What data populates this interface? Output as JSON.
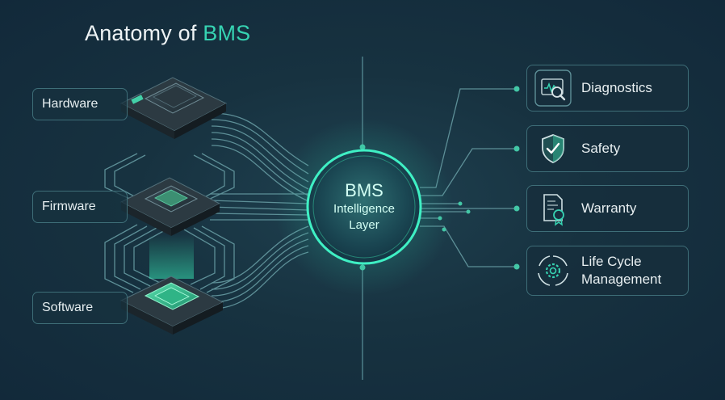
{
  "title": {
    "prefix": "Anatomy of ",
    "accent": "BMS"
  },
  "layers": [
    {
      "label": "Hardware"
    },
    {
      "label": "Firmware"
    },
    {
      "label": "Software"
    }
  ],
  "core": {
    "line1": "BMS",
    "line2": "Intelligence",
    "line3": "Layer"
  },
  "outputs": [
    {
      "label": "Diagnostics",
      "icon": "magnifier-monitor-icon"
    },
    {
      "label": "Safety",
      "icon": "shield-check-icon"
    },
    {
      "label": "Warranty",
      "icon": "certificate-icon"
    },
    {
      "label": "Life Cycle Management",
      "line1": "Life Cycle",
      "line2": "Management",
      "icon": "gear-cycle-icon"
    }
  ],
  "colors": {
    "background": "#17303f",
    "accent": "#36d3b2",
    "line": "#5d8f97",
    "border": "#3e6e78"
  }
}
